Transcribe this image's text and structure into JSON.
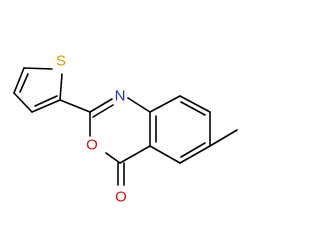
{
  "molecule": {
    "atoms": {
      "sulfur": "S",
      "nitrogen": "N",
      "ring_oxygen": "O",
      "carbonyl_oxygen": "O"
    }
  },
  "colors": {
    "sulfur": "#c8a000",
    "nitrogen": "#2233cc",
    "oxygen": "#cc1111",
    "bond": "#000000"
  }
}
